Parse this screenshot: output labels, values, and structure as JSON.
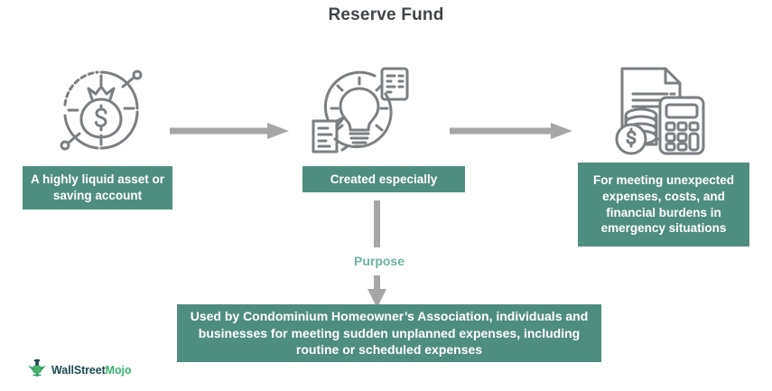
{
  "title": "Reserve Fund",
  "colors": {
    "teal_box": "#4E8E80",
    "purpose_text": "#6FB3A0",
    "arrow_gray": "#A6A6A6",
    "title_gray": "#3F4548",
    "logo_dark": "#1D4A52",
    "logo_green": "#3CB371",
    "background": "#FFFFFF"
  },
  "icons": [
    {
      "name": "money-bag-circle-icon",
      "alt": "money bag with dollar sign inside segmented circular ring"
    },
    {
      "name": "lightbulb-idea-documents-icon",
      "alt": "light bulb with rays inside broken circle and two note documents"
    },
    {
      "name": "invoice-coins-calculator-icon",
      "alt": "document with dollar sign, stack of coins and calculator"
    }
  ],
  "boxes": {
    "left": "A highly liquid asset or saving account",
    "middle": "Created especially",
    "right": "For meeting unexpected expenses, costs, and financial burdens in emergency situations",
    "bottom": "Used by Condominium Homeowner’s Association, individuals and businesses for meeting sudden unplanned expenses, including routine or scheduled expenses"
  },
  "connectors": {
    "arrow_1": "arrow-right",
    "arrow_2": "arrow-right",
    "vertical_label": "Purpose",
    "vertical_arrow": "arrow-down"
  },
  "logo": {
    "mark": "bull-mascot-icon",
    "text_part1": "WallStreet",
    "text_part2": "Mojo"
  }
}
